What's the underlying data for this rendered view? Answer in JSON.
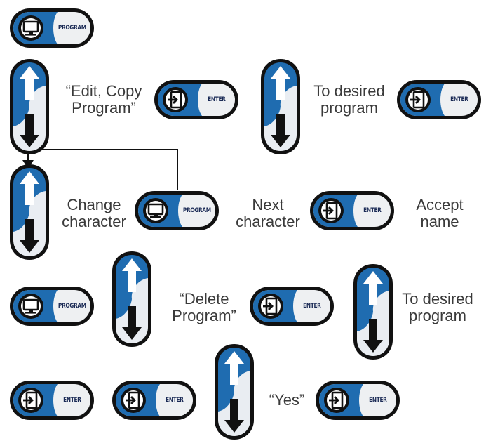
{
  "buttons": {
    "program": "PROGRAM",
    "enter": "ENTER"
  },
  "icons": {
    "program": "monitor-icon",
    "enter": "enter-door-icon",
    "arrows": "up-down-arrow-icon"
  },
  "colors": {
    "blue": "#1f6cb0",
    "dark_blue": "#0b3f78",
    "black": "#111111"
  },
  "steps": {
    "row2_text1": [
      "“Edit, Copy",
      "Program”"
    ],
    "row2_text2": [
      "To desired",
      "program"
    ],
    "row3_text1": [
      "Change",
      "character"
    ],
    "row3_text2": [
      "Next",
      "character"
    ],
    "row3_text3": [
      "Accept",
      "name"
    ],
    "row4_text1": [
      "“Delete",
      "Program”"
    ],
    "row4_text2": [
      "To desired",
      "program"
    ],
    "row5_text1": [
      "“Yes”"
    ]
  }
}
